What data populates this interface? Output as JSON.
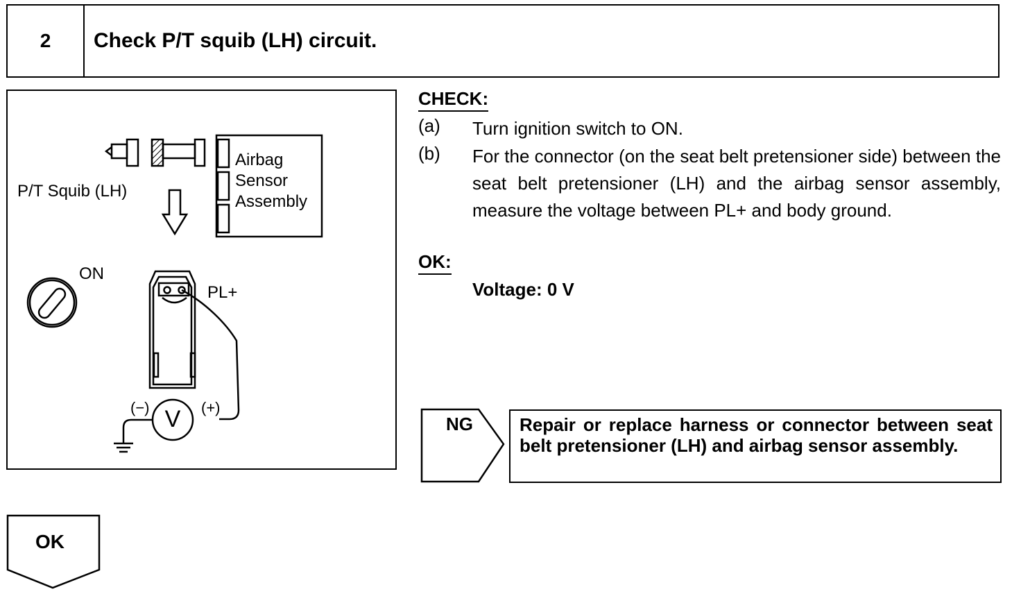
{
  "header": {
    "step_number": "2",
    "title": "Check P/T squib (LH) circuit."
  },
  "figure": {
    "squib_label": "P/T Squib (LH)",
    "sensor_label_1": "Airbag",
    "sensor_label_2": "Sensor",
    "sensor_label_3": "Assembly",
    "ignition_label": "ON",
    "terminal_label": "PL+",
    "minus_label": "(−)",
    "plus_label": "(+)",
    "meter_label": "V"
  },
  "check": {
    "label": "CHECK:",
    "steps": [
      {
        "label": "(a)",
        "text": "Turn ignition switch to ON."
      },
      {
        "label": "(b)",
        "text": "For the connector (on the seat belt pretensioner side) between the seat belt pretensioner (LH) and the airbag sensor assembly, measure the voltage between PL+ and body ground."
      }
    ]
  },
  "ok": {
    "label": "OK:",
    "value": "Voltage: 0 V"
  },
  "ng": {
    "label": "NG",
    "text": "Repair or replace harness or connector between seat belt pretensioner (LH) and airbag sensor assembly."
  },
  "ok_flow": {
    "label": "OK"
  }
}
